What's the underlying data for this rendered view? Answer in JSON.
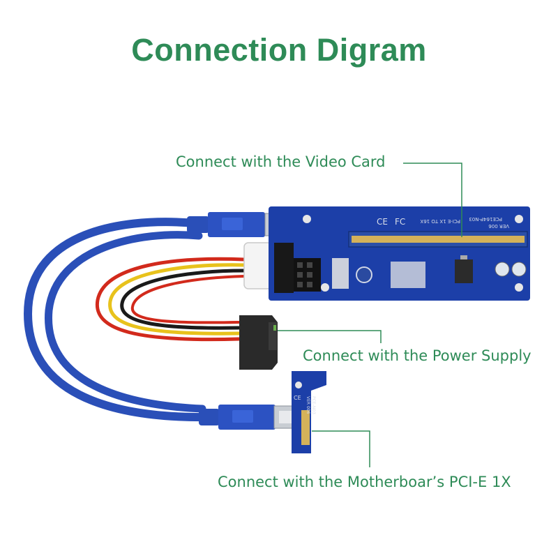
{
  "title": "Connection Digram",
  "colors": {
    "accent_green": "#2e8b57",
    "board_blue": "#1c3fa8",
    "cable_blue": "#2a4fb8",
    "slot_gold": "#d4b25a",
    "slot_body": "#2b4fa8",
    "wire_red": "#d22a1c",
    "wire_yellow": "#e8c21c",
    "wire_black": "#1a1a1a",
    "silver": "#c8cdd3"
  },
  "callouts": {
    "video_card": "Connect with the Video Card",
    "power_supply": "Connect with the Power Supply",
    "motherboard": "Connect with the Motherboar’s PCI-E 1X"
  },
  "board_markings": {
    "model": "PCE164P-N03",
    "version": "VER 006",
    "spec": "PCI-E 1X TO 16X",
    "ce_mark": "CE",
    "fc_mark": "FC",
    "adapter_model": "PCE-N03",
    "adapter_version": "VER 006"
  }
}
